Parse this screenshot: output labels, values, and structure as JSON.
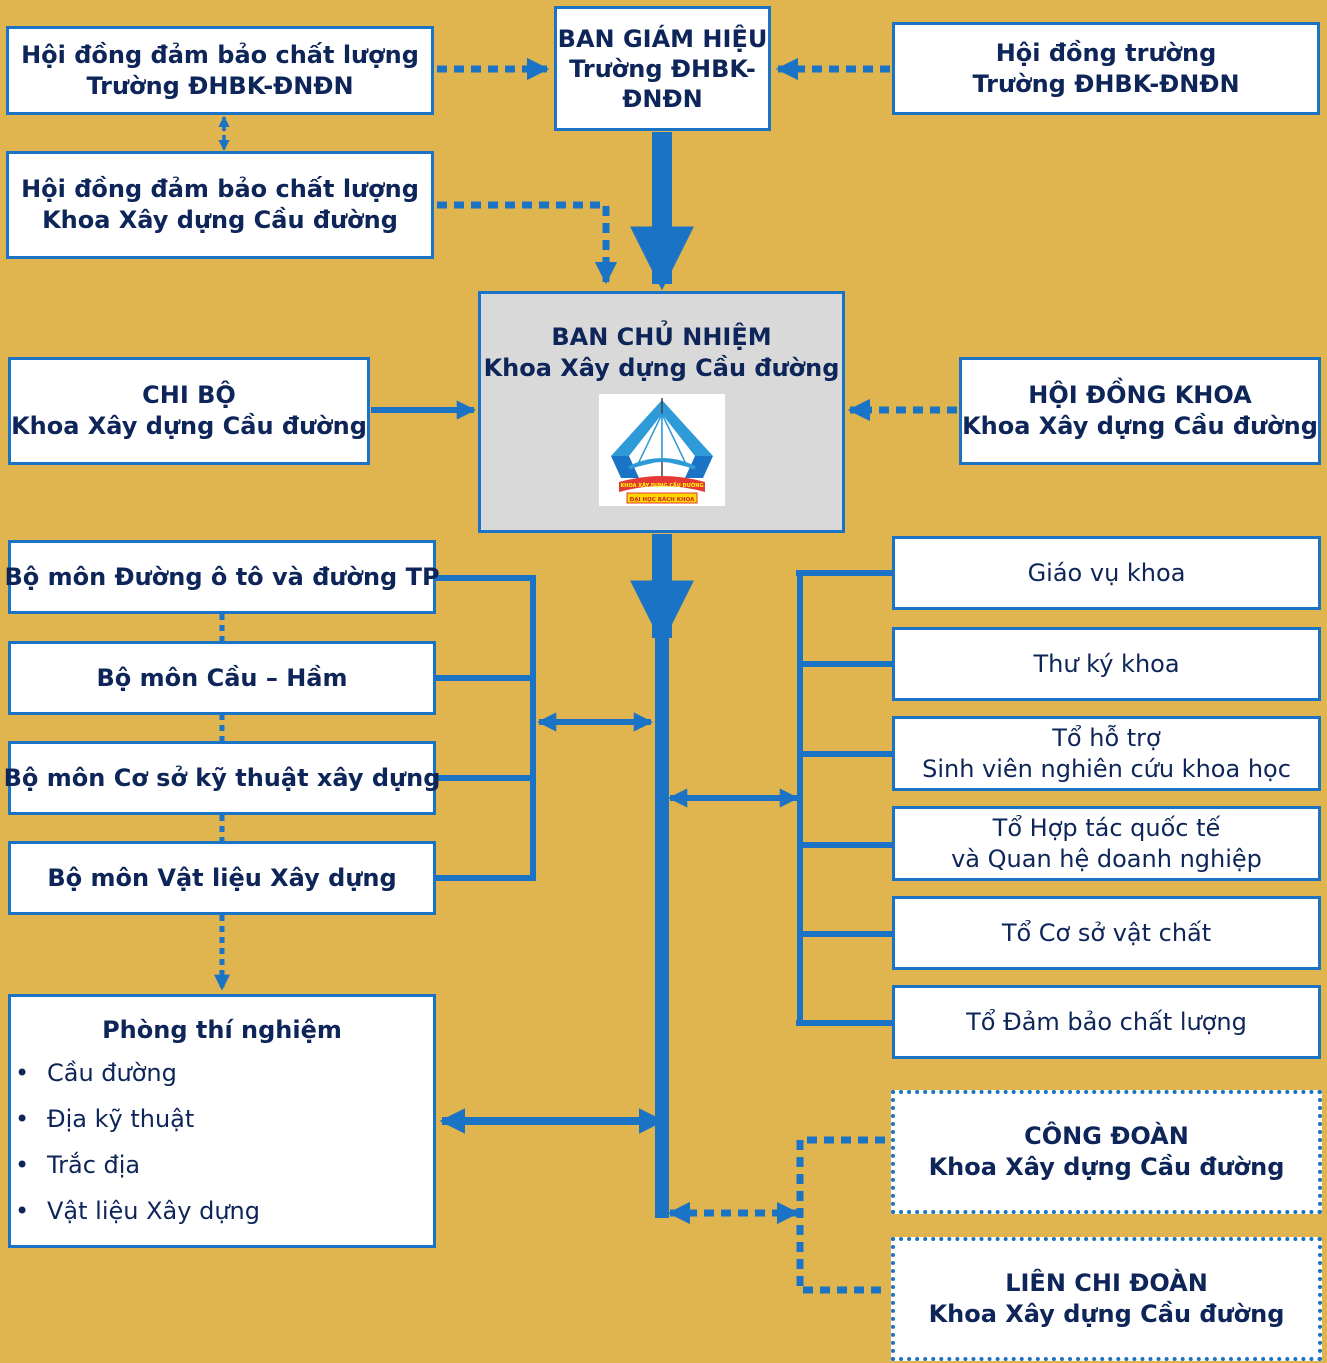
{
  "colors": {
    "background": "#E0B54F",
    "line": "#1A73C4",
    "text": "#0D2558",
    "center_fill": "#D9D9D9"
  },
  "top": {
    "qa_university": [
      "Hội đồng đảm bảo chất lượng",
      "Trường ĐHBK-ĐNĐN"
    ],
    "rector_board": [
      "BAN GIÁM HIỆU",
      "Trường ĐHBK-",
      "ĐNĐN"
    ],
    "university_council": [
      "Hội đồng trường",
      "Trường ĐHBK-ĐNĐN"
    ],
    "qa_faculty": [
      "Hội đồng đảm bảo chất lượng",
      "Khoa Xây dựng Cầu đường"
    ]
  },
  "center": {
    "dean_board": [
      "BAN CHỦ NHIỆM",
      "Khoa Xây dựng Cầu đường"
    ],
    "logo_icon": "faculty-logo-icon",
    "logo_text_top": "KHOA XÂY DỰNG CẦU ĐƯỜNG",
    "logo_text_bottom": "ĐẠI HỌC BÁCH KHOA"
  },
  "party_cell": [
    "CHI BỘ",
    "Khoa Xây dựng Cầu đường"
  ],
  "faculty_council": [
    "HỘI ĐỒNG KHOA",
    "Khoa Xây dựng Cầu đường"
  ],
  "departments": [
    "Bộ môn Đường ô tô và đường TP",
    "Bộ môn Cầu – Hầm",
    "Bộ môn Cơ sở kỹ thuật xây dựng",
    "Bộ môn Vật liệu Xây dựng"
  ],
  "lab": {
    "title": "Phòng thí nghiệm",
    "bullet": "•",
    "items": [
      "Cầu đường",
      "Địa kỹ thuật",
      "Trắc địa",
      "Vật liệu Xây dựng"
    ]
  },
  "support_units": [
    [
      "Giáo vụ khoa"
    ],
    [
      "Thư ký khoa"
    ],
    [
      "Tổ hỗ trợ",
      "Sinh viên nghiên cứu khoa học"
    ],
    [
      "Tổ Hợp tác quốc tế",
      "và Quan hệ doanh nghiệp"
    ],
    [
      "Tổ Cơ sở vật chất"
    ],
    [
      "Tổ Đảm bảo chất lượng"
    ]
  ],
  "trade_union": [
    "CÔNG ĐOÀN",
    "Khoa Xây dựng Cầu đường"
  ],
  "youth_union": [
    "LIÊN CHI ĐOÀN",
    "Khoa Xây dựng Cầu đường"
  ]
}
